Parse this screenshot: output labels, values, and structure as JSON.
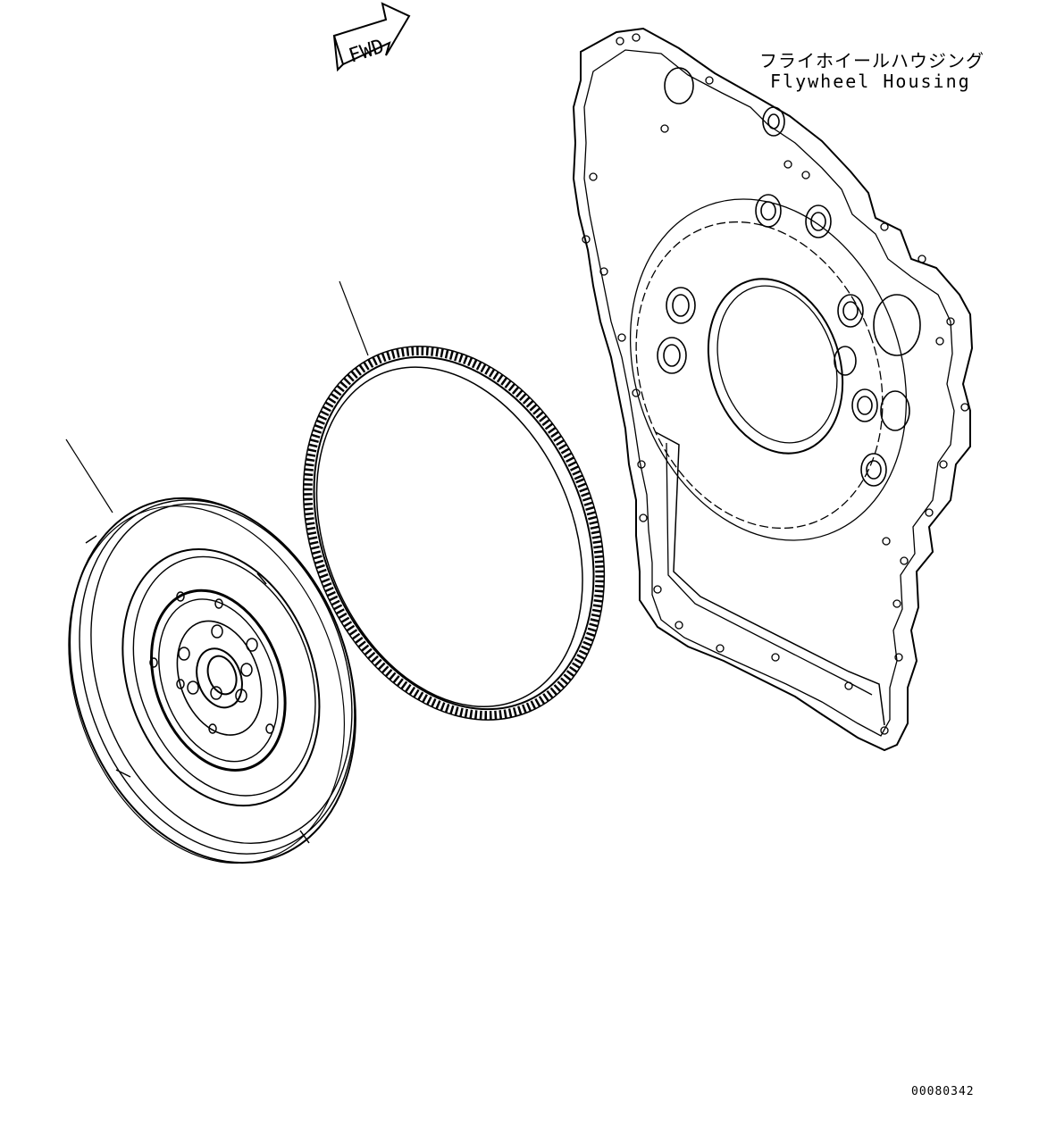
{
  "title_label": {
    "japanese": "フライホイールハウジング",
    "english": "Flywheel Housing"
  },
  "direction_arrow": {
    "text": "FWD",
    "icon": "forward-arrow-icon"
  },
  "drawing_number": "00080342",
  "parts": [
    {
      "name": "flywheel",
      "icon": "flywheel-icon"
    },
    {
      "name": "ring-gear",
      "icon": "ring-gear-icon"
    },
    {
      "name": "flywheel-housing",
      "icon": "flywheel-housing-icon"
    }
  ],
  "colors": {
    "line": "#000000",
    "background": "#ffffff"
  }
}
